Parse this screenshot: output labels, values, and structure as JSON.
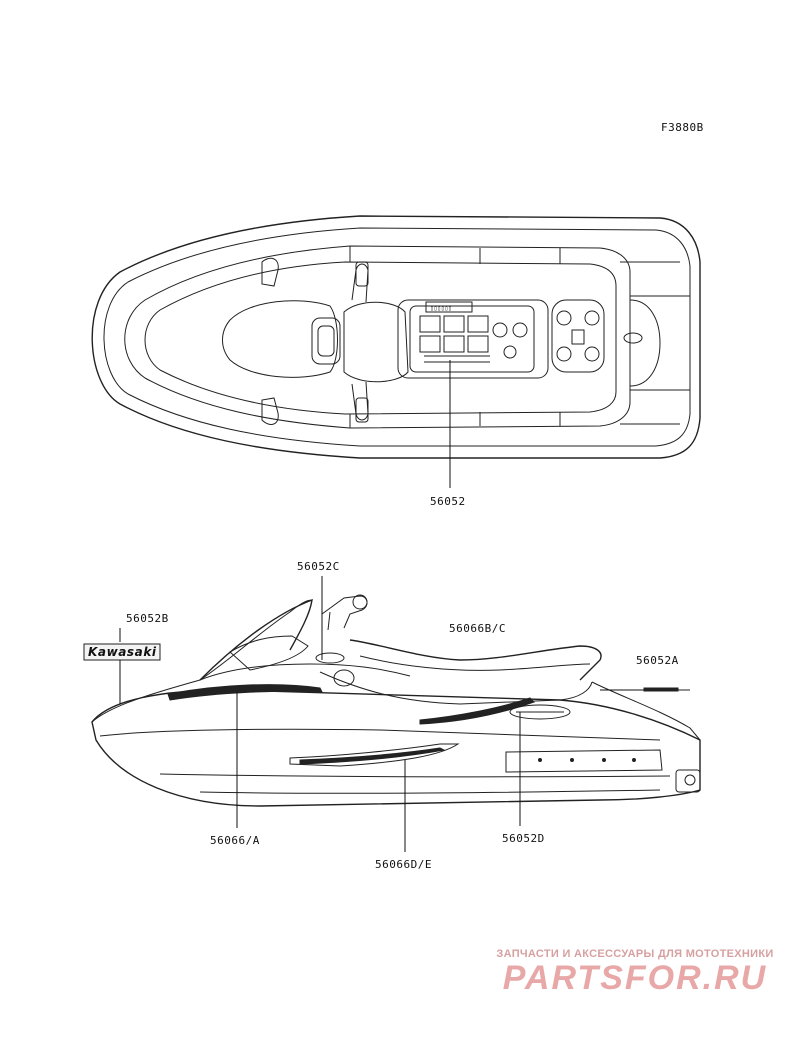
{
  "figure_code": "F3880B",
  "top_view": {
    "part_label": "56052"
  },
  "side_view": {
    "labels": {
      "p56052C": "56052C",
      "p56052B": "56052B",
      "p56066BC": "56066B/C",
      "p56052A": "56052A",
      "p56066A": "56066/A",
      "p56052D": "56052D",
      "p56066DE": "56066D/E"
    },
    "decal_text": "Kawasaki"
  },
  "watermark": {
    "subtitle": "ЗАПЧАСТИ И АКСЕССУАРЫ ДЛЯ МОТОТЕХНИКИ",
    "brand": "PARTSFOR.RU"
  }
}
